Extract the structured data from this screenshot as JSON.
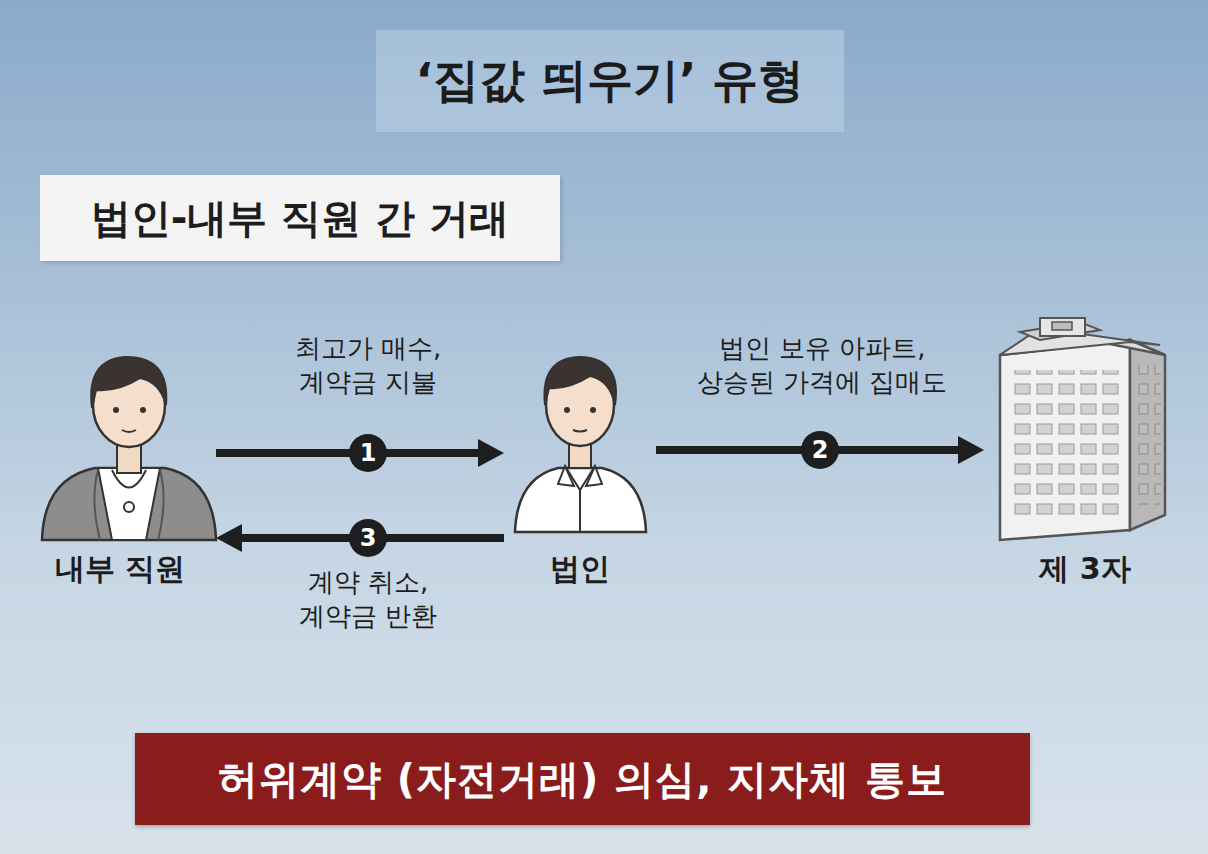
{
  "diagram": {
    "title": "‘집값 띄우기’ 유형",
    "nodes": [
      {
        "text": [
          "법인-내부 직원 간 거래"
        ]
      },
      {
        "text": [
          "내부 직원"
        ]
      },
      {
        "text": [
          "법인"
        ]
      },
      {
        "text": [
          "제 3자"
        ]
      },
      {
        "text": [
          "허위계약 (자전거래) 의심, 지자체 통보"
        ]
      }
    ],
    "edges": [
      {
        "from": 1,
        "to": 2,
        "arrow": "to",
        "label": "최고가 매수, 계약금 지불"
      },
      {
        "from": 2,
        "to": 3,
        "arrow": "to",
        "label": "법인 보유 아파트, 상승된 가격에 집매도"
      },
      {
        "from": 2,
        "to": 1,
        "arrow": "to",
        "label": "계약 취소, 계약금 반환"
      }
    ],
    "labels": [
      "1",
      "2",
      "3"
    ]
  }
}
